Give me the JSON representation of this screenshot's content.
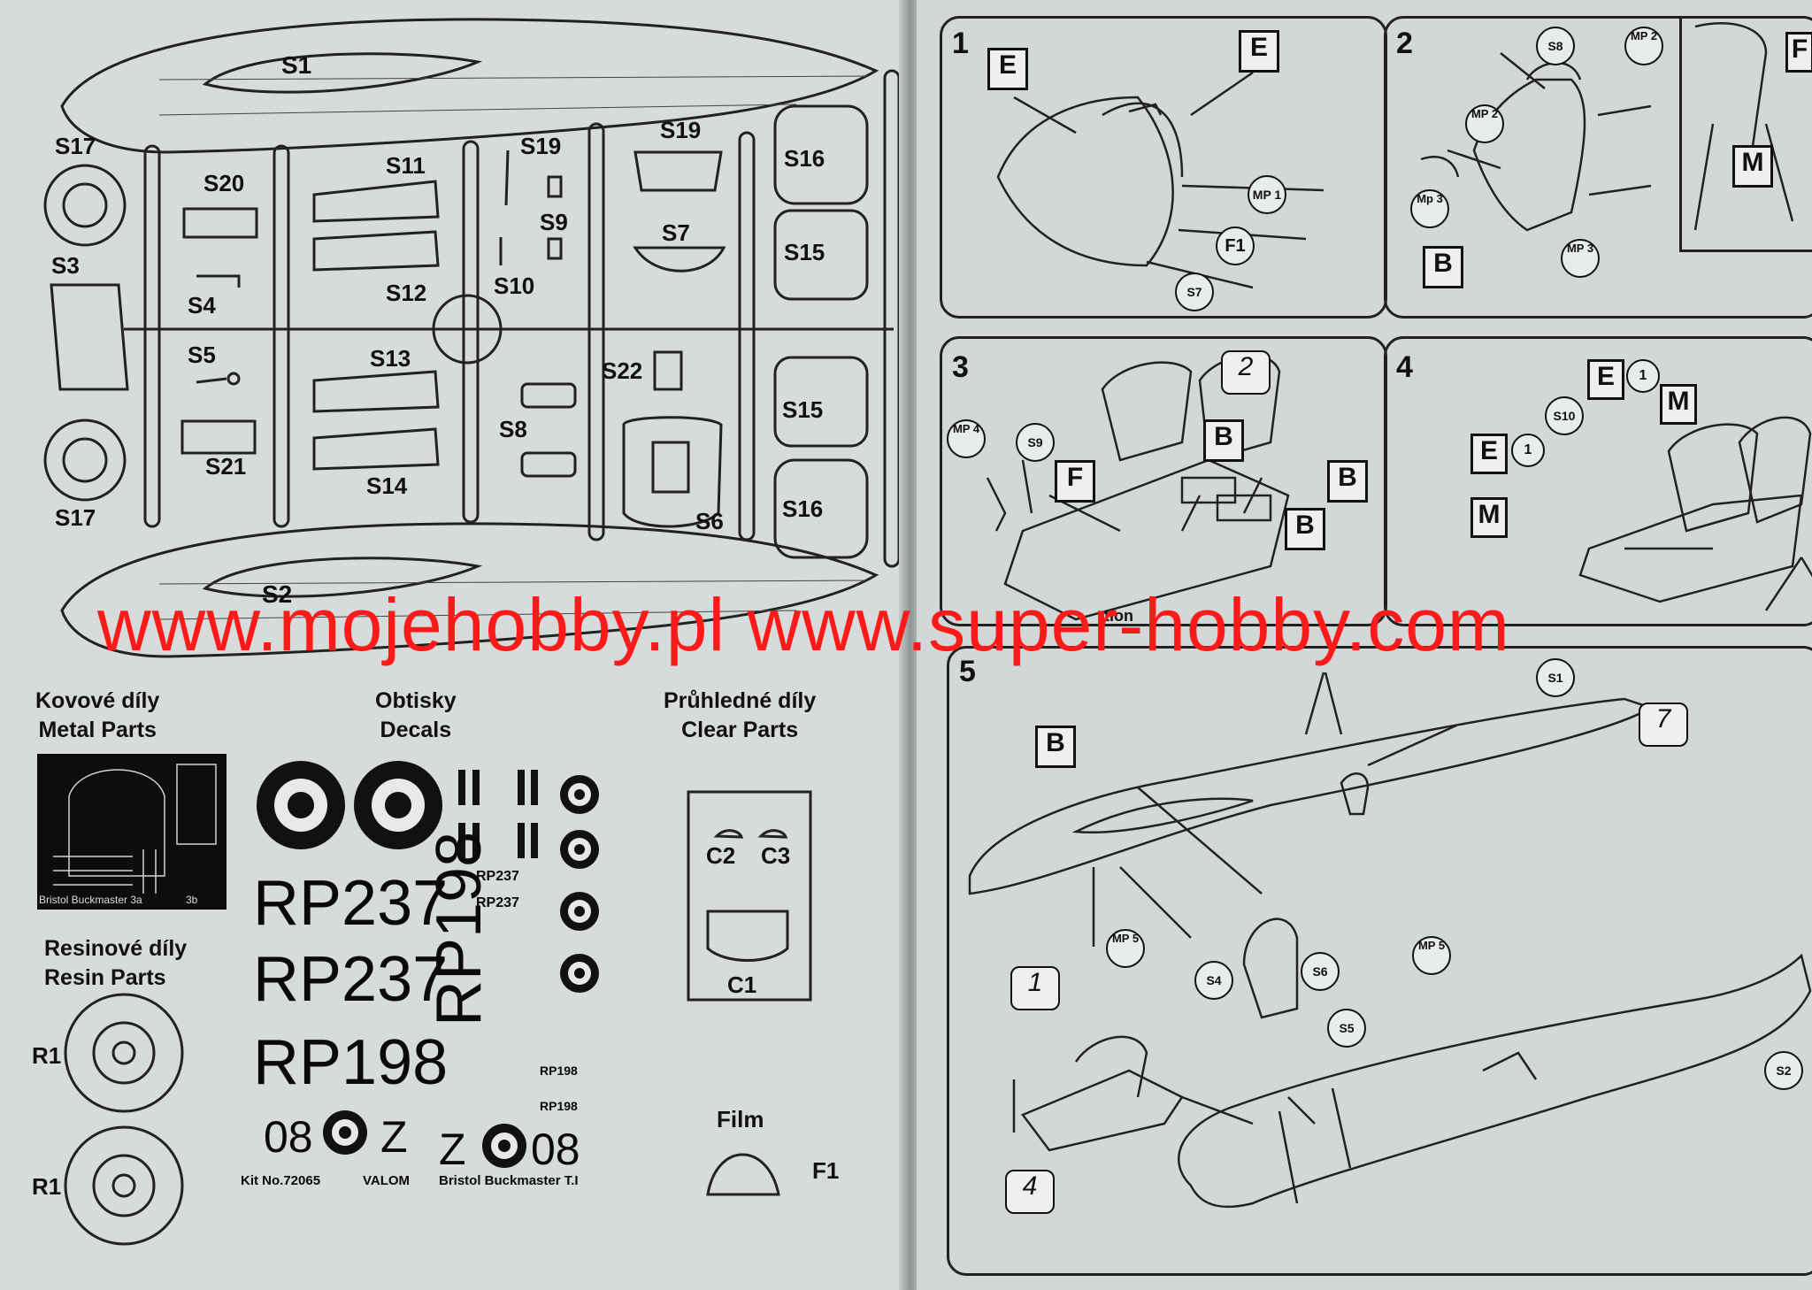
{
  "left_page": {
    "sprue_parts": [
      "S1",
      "S2",
      "S3",
      "S4",
      "S5",
      "S6",
      "S7",
      "S8",
      "S9",
      "S10",
      "S11",
      "S12",
      "S13",
      "S14",
      "S15",
      "S15",
      "S16",
      "S16",
      "S17",
      "S17",
      "S19",
      "S19",
      "S20",
      "S21",
      "S22"
    ],
    "sections": {
      "metal": {
        "cz": "Kovové díly",
        "en": "Metal Parts",
        "fret_text": "Bristol Buckmaster 3a",
        "fret_text_b": "3b"
      },
      "decals": {
        "cz": "Obtisky",
        "en": "Decals",
        "kit": "Kit No.72065",
        "brand": "VALOM",
        "product": "Bristol Buckmaster T.I",
        "serials": [
          "RP237",
          "RP237",
          "RP198",
          "RP198",
          "RP237",
          "RP237",
          "RP198",
          "RP198"
        ],
        "codes": [
          "08",
          "Z",
          "Z",
          "08"
        ]
      },
      "clear": {
        "cz": "Průhledné díly",
        "en": "Clear Parts",
        "parts": [
          "C2",
          "C3",
          "C1"
        ]
      },
      "resin": {
        "cz": "Resinové díly",
        "en": "Resin Parts",
        "parts": [
          "R1",
          "R1"
        ]
      },
      "film": {
        "label": "Film",
        "part": "F1"
      }
    }
  },
  "right_page": {
    "steps": [
      {
        "number": "1",
        "boxes": [
          "E",
          "E"
        ],
        "callouts": [
          "MP 1",
          "F1",
          "S7"
        ]
      },
      {
        "number": "2",
        "boxes": [
          "F",
          "M",
          "B"
        ],
        "callouts": [
          "S8",
          "MP 2",
          "MP 2",
          "Mp 3",
          "MP 3"
        ]
      },
      {
        "number": "3",
        "boxes": [
          "F",
          "B",
          "B",
          "B"
        ],
        "ref": "2",
        "callouts": [
          "MP 4",
          "S9"
        ],
        "fragment": "tion"
      },
      {
        "number": "4",
        "boxes": [
          "E",
          "M",
          "E",
          "M"
        ],
        "callouts": [
          "1",
          "1",
          "S10"
        ]
      },
      {
        "number": "5",
        "boxes": [
          "B"
        ],
        "refs": [
          "7",
          "1",
          "4"
        ],
        "callouts": [
          "S1",
          "MP 5",
          "S4",
          "S6",
          "MP 5",
          "S5",
          "S2"
        ]
      }
    ]
  },
  "watermark": "www.mojehobby.pl www.super-hobby.com",
  "colors": {
    "paper": "#d7dbdb",
    "ink": "#111111",
    "watermark": "#ff1a1a"
  }
}
